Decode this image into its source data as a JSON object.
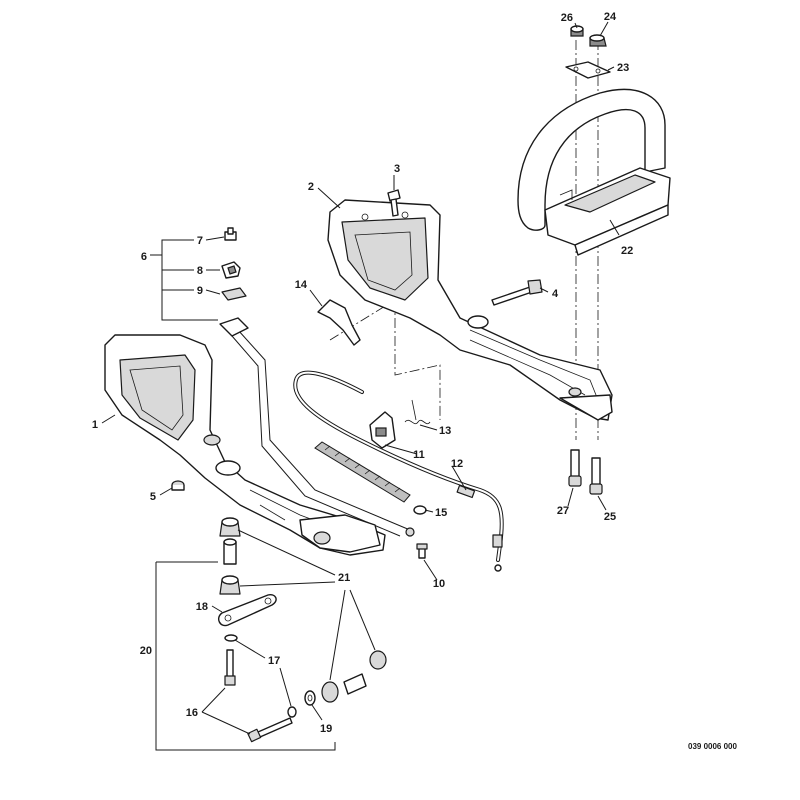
{
  "diagram": {
    "drawing_code": "039 0006 000",
    "callouts": [
      {
        "id": "c1",
        "text": "1"
      },
      {
        "id": "c2",
        "text": "2"
      },
      {
        "id": "c3",
        "text": "3"
      },
      {
        "id": "c4",
        "text": "4"
      },
      {
        "id": "c5",
        "text": "5"
      },
      {
        "id": "c6",
        "text": "6"
      },
      {
        "id": "c7",
        "text": "7"
      },
      {
        "id": "c8",
        "text": "8"
      },
      {
        "id": "c9",
        "text": "9"
      },
      {
        "id": "c10",
        "text": "10"
      },
      {
        "id": "c11",
        "text": "11"
      },
      {
        "id": "c12",
        "text": "12"
      },
      {
        "id": "c13",
        "text": "13"
      },
      {
        "id": "c14",
        "text": "14"
      },
      {
        "id": "c15",
        "text": "15"
      },
      {
        "id": "c16",
        "text": "16"
      },
      {
        "id": "c17",
        "text": "17"
      },
      {
        "id": "c18",
        "text": "18"
      },
      {
        "id": "c19",
        "text": "19"
      },
      {
        "id": "c20",
        "text": "20"
      },
      {
        "id": "c21",
        "text": "21"
      },
      {
        "id": "c22",
        "text": "22"
      },
      {
        "id": "c23",
        "text": "23"
      },
      {
        "id": "c24",
        "text": "24"
      },
      {
        "id": "c25",
        "text": "25"
      },
      {
        "id": "c26",
        "text": "26"
      },
      {
        "id": "c27",
        "text": "27"
      }
    ]
  }
}
